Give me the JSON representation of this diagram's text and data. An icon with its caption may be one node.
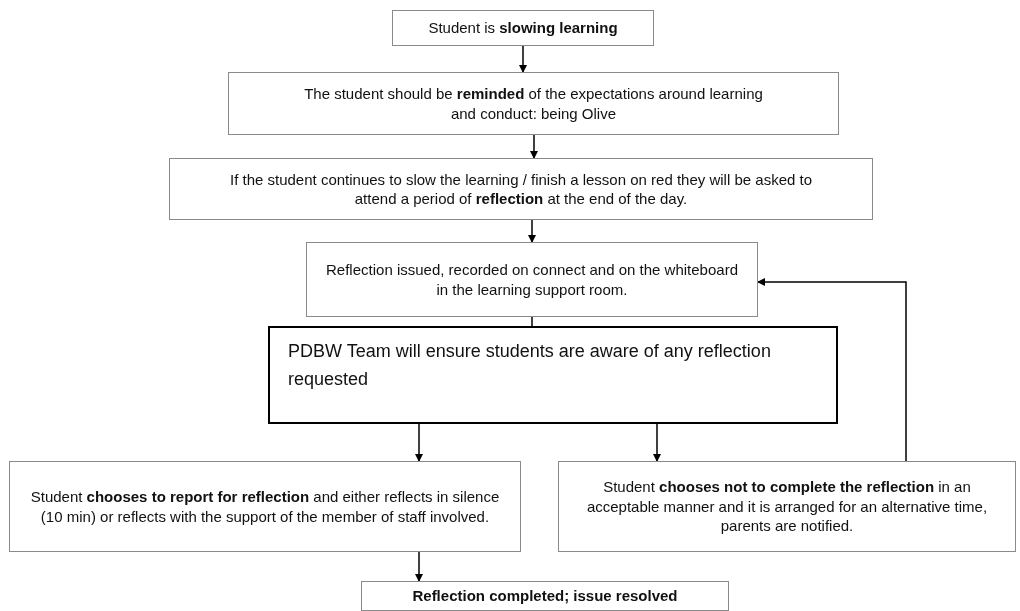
{
  "diagram": {
    "nodes": [
      {
        "text": [
          "Student is **slowing learning**"
        ]
      },
      {
        "text": [
          "The student should be **reminded** of the expectations around learning and conduct: being Olive"
        ]
      },
      {
        "text": [
          "If the student continues to slow the learning / finish a lesson on red they will be asked to attend a period of **reflection** at the end of the day."
        ]
      },
      {
        "text": [
          "Reflection issued, recorded on connect and on the whiteboard in the learning support room."
        ]
      },
      {
        "text": [
          "PDBW Team will ensure students are aware of any reflection requested"
        ]
      },
      {
        "text": [
          "Student **chooses to report for reflection** and either reflects in silence (10 min) or reflects with the support of the member of staff involved."
        ]
      },
      {
        "text": [
          "Student **chooses not to complete the reflection** in an acceptable manner and it is arranged for an alternative time, parents are notified."
        ]
      },
      {
        "text": [
          "Reflection completed; issue resolved"
        ]
      }
    ],
    "edges": [
      {
        "from": 0,
        "to": 1,
        "arrow": "to"
      },
      {
        "from": 1,
        "to": 2,
        "arrow": "to"
      },
      {
        "from": 2,
        "to": 3,
        "arrow": "to"
      },
      {
        "from": 3,
        "to": 4,
        "arrow": "none"
      },
      {
        "from": 4,
        "to": 5,
        "arrow": "to"
      },
      {
        "from": 4,
        "to": 6,
        "arrow": "to"
      },
      {
        "from": 5,
        "to": 7,
        "arrow": "to"
      },
      {
        "from": 6,
        "to": 3,
        "arrow": "to"
      }
    ]
  }
}
